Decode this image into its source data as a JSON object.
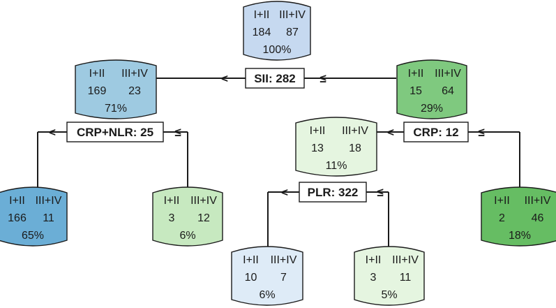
{
  "labels": {
    "left_class": "I+II",
    "right_class": "III+IV"
  },
  "nodes": [
    {
      "id": "root",
      "left": "184",
      "right": "87",
      "pct": "100%",
      "fill": "#c6d9f0"
    },
    {
      "id": "n_l",
      "left": "169",
      "right": "23",
      "pct": "71%",
      "fill": "#9ecae1"
    },
    {
      "id": "n_r",
      "left": "15",
      "right": "64",
      "pct": "29%",
      "fill": "#7fc97f"
    },
    {
      "id": "n_ll",
      "left": "166",
      "right": "11",
      "pct": "65%",
      "fill": "#6baed6"
    },
    {
      "id": "n_lr",
      "left": "3",
      "right": "12",
      "pct": "6%",
      "fill": "#c7e9c0"
    },
    {
      "id": "n_rl",
      "left": "13",
      "right": "18",
      "pct": "11%",
      "fill": "#e5f5e0"
    },
    {
      "id": "n_rr",
      "left": "2",
      "right": "46",
      "pct": "18%",
      "fill": "#66bd63"
    },
    {
      "id": "n_rll",
      "left": "10",
      "right": "7",
      "pct": "6%",
      "fill": "#deebf7"
    },
    {
      "id": "n_rlr",
      "left": "3",
      "right": "11",
      "pct": "5%",
      "fill": "#e5f5e0"
    }
  ],
  "splits": [
    {
      "id": "s_root",
      "label": "SII: 282",
      "left_sym": "<",
      "right_sym": "≤"
    },
    {
      "id": "s_l",
      "label": "CRP+NLR: 25",
      "left_sym": "<",
      "right_sym": "≤"
    },
    {
      "id": "s_r",
      "label": "CRP: 12",
      "left_sym": "<",
      "right_sym": "≤"
    },
    {
      "id": "s_rl",
      "label": "PLR: 322",
      "left_sym": "<",
      "right_sym": "≤"
    }
  ]
}
